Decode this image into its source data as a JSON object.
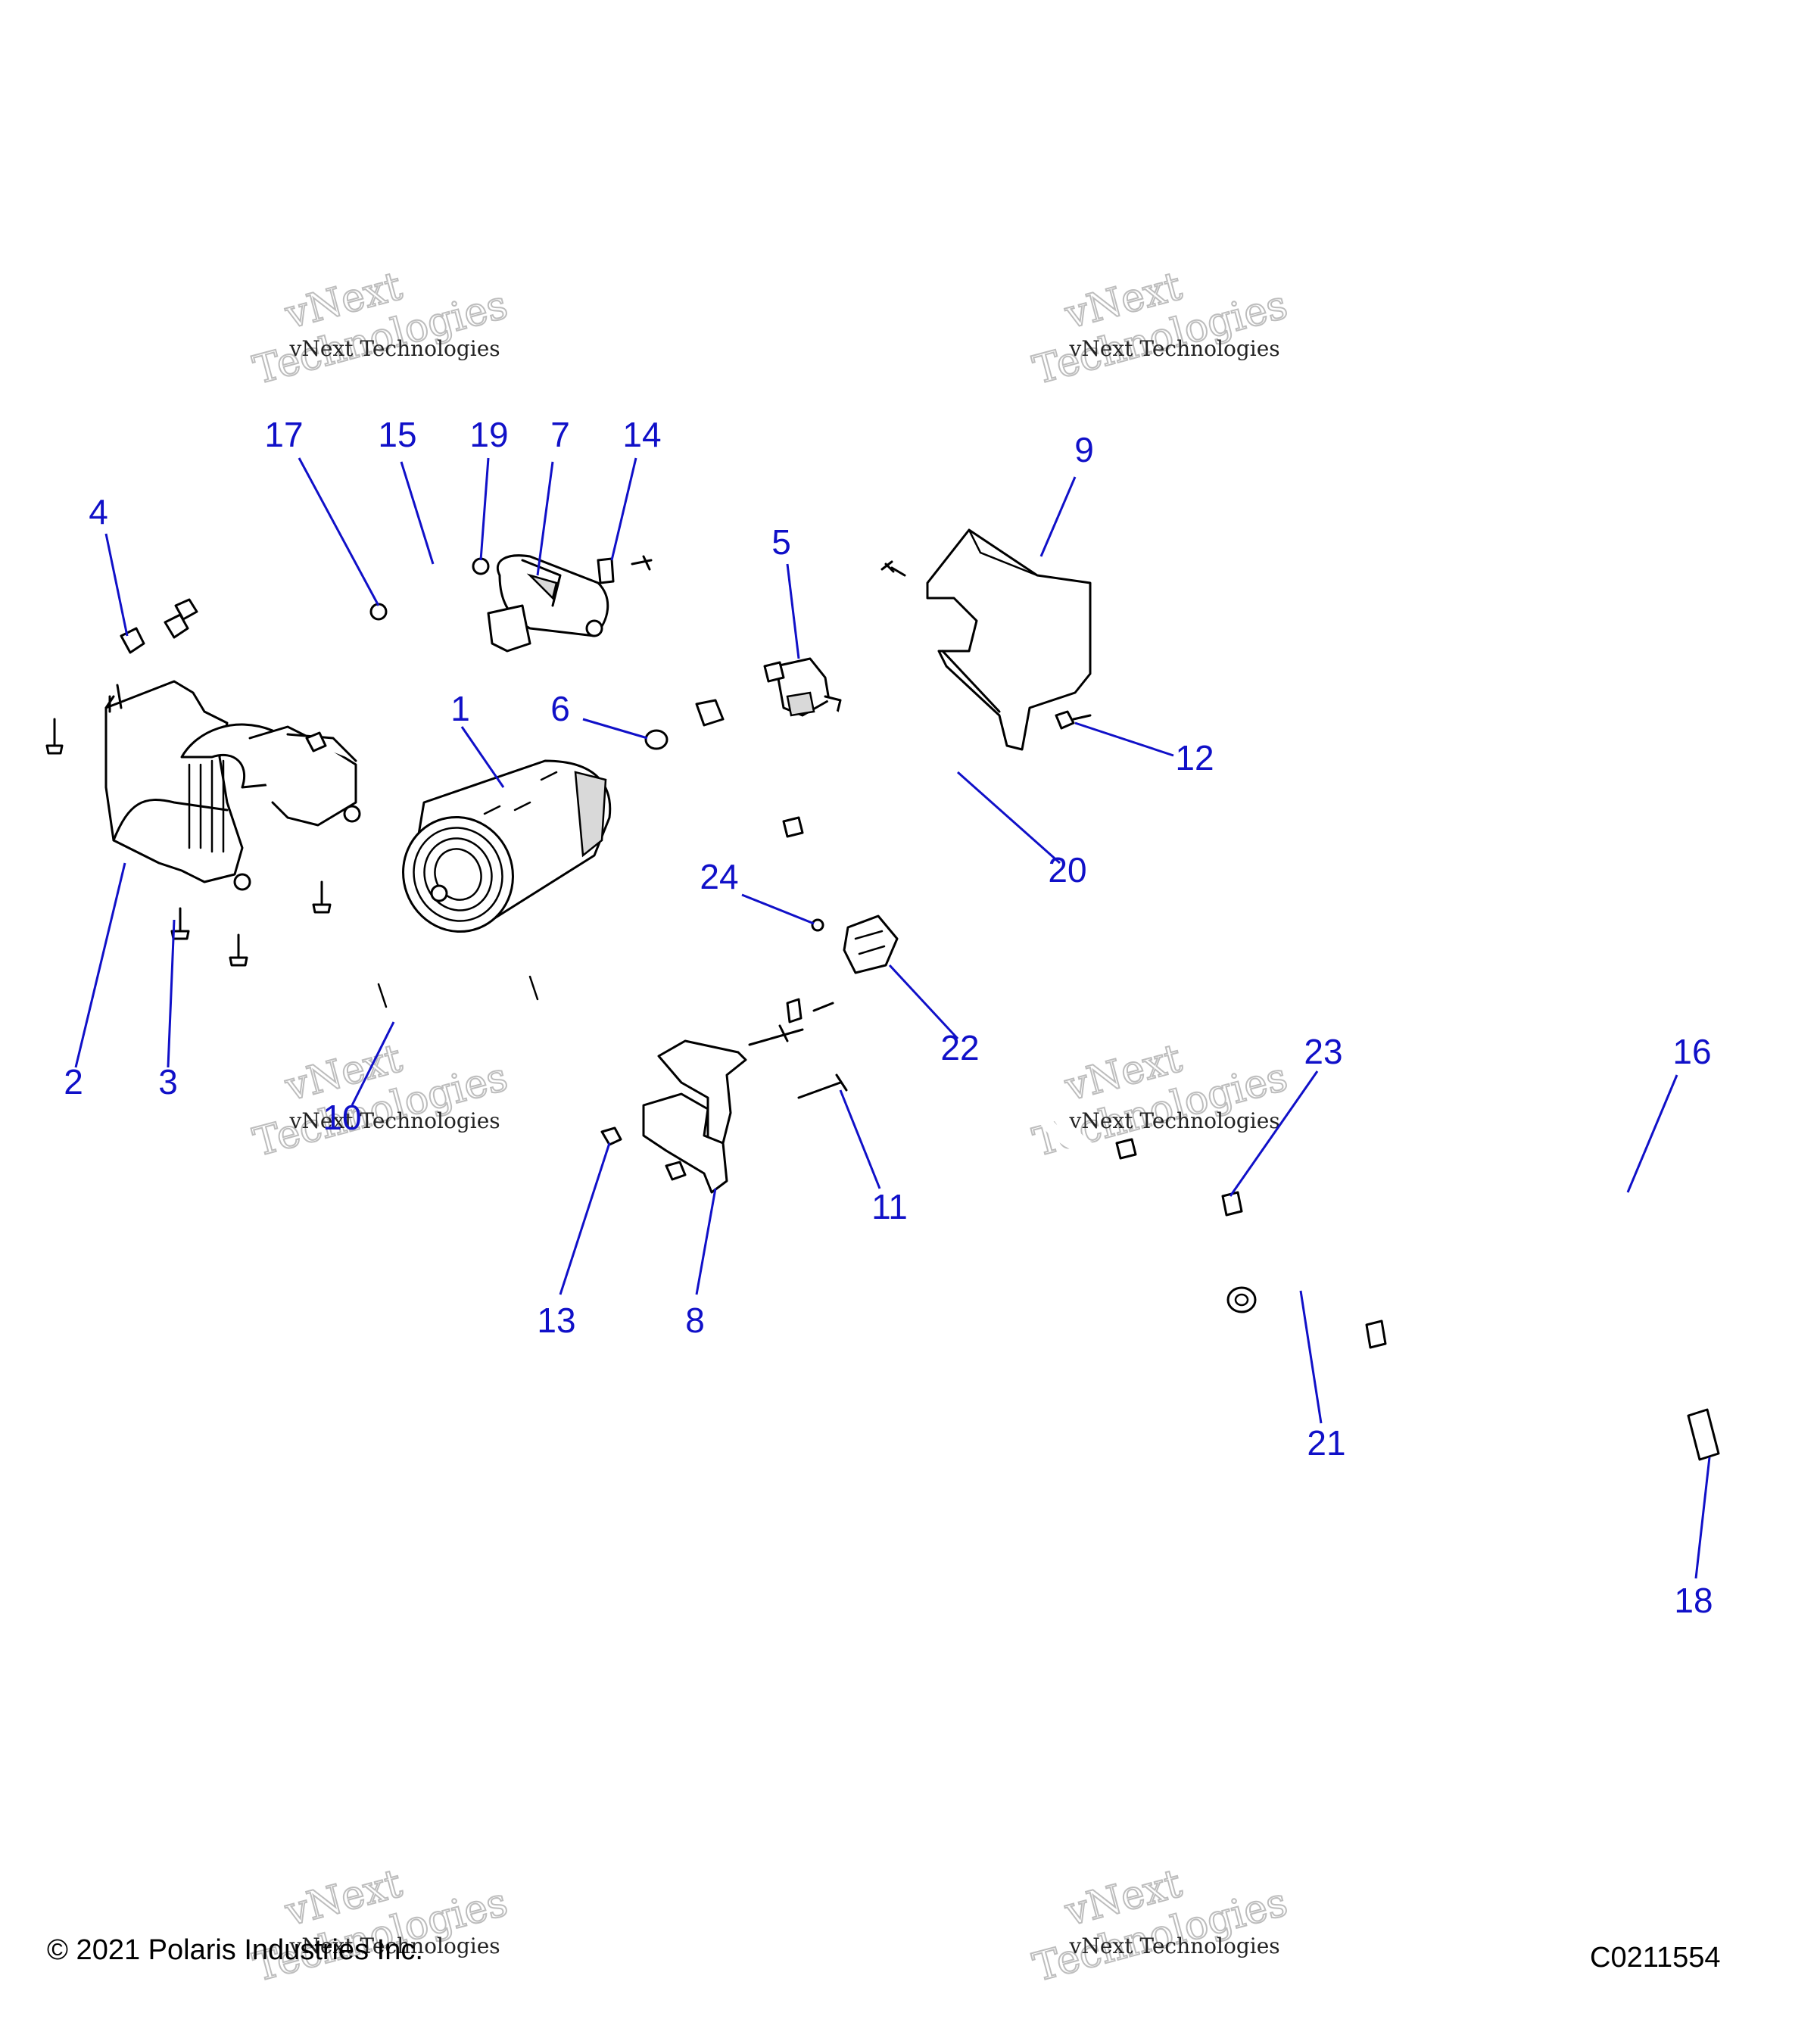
{
  "callouts": [
    {
      "n": "1"
    },
    {
      "n": "2"
    },
    {
      "n": "3"
    },
    {
      "n": "4"
    },
    {
      "n": "5"
    },
    {
      "n": "6"
    },
    {
      "n": "7"
    },
    {
      "n": "8"
    },
    {
      "n": "9"
    },
    {
      "n": "10"
    },
    {
      "n": "11"
    },
    {
      "n": "12"
    },
    {
      "n": "13"
    },
    {
      "n": "14"
    },
    {
      "n": "15"
    },
    {
      "n": "16"
    },
    {
      "n": "17"
    },
    {
      "n": "18"
    },
    {
      "n": "19"
    },
    {
      "n": "20"
    },
    {
      "n": "21"
    },
    {
      "n": "22"
    },
    {
      "n": "23"
    },
    {
      "n": "24"
    }
  ],
  "watermark": {
    "line1": "vNext",
    "line2": "Technologies",
    "small": "vNext Technologies"
  },
  "footer": {
    "copyright": "© 2021 Polaris Industries Inc.",
    "code": "C0211554"
  },
  "colors": {
    "callout": "#1010c8",
    "line_art": "#000000"
  }
}
